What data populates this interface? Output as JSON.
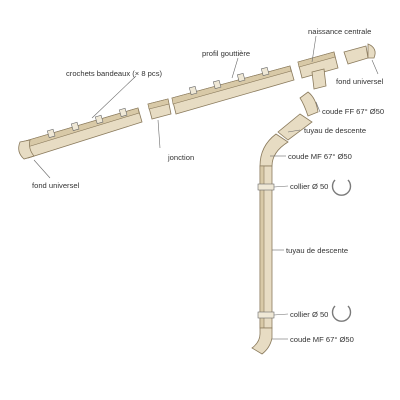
{
  "labels": {
    "naissance_centrale": "naissance centrale",
    "profil_gouttiere": "profil gouttière",
    "crochets_bandeaux": "crochets bandeaux (× 8 pcs)",
    "fond_universel_right": "fond universel",
    "fond_universel_left": "fond universel",
    "jonction": "jonction",
    "coude_ff": "coude FF 67° Ø50",
    "tuyau_de_descente_upper": "tuyau de descente",
    "coude_mf_upper": "coude MF 67° Ø50",
    "collier_upper": "collier Ø 50",
    "tuyau_de_descente_lower": "tuyau de descente",
    "collier_lower": "collier Ø 50",
    "coude_mf_lower": "coude MF 67° Ø50"
  },
  "colors": {
    "pvc_beige": "#e7dcc3",
    "pvc_shadow": "#d8c9a7",
    "outline": "#8a7a5c",
    "label_text": "#333333",
    "leader_line": "#6c6c6c"
  }
}
